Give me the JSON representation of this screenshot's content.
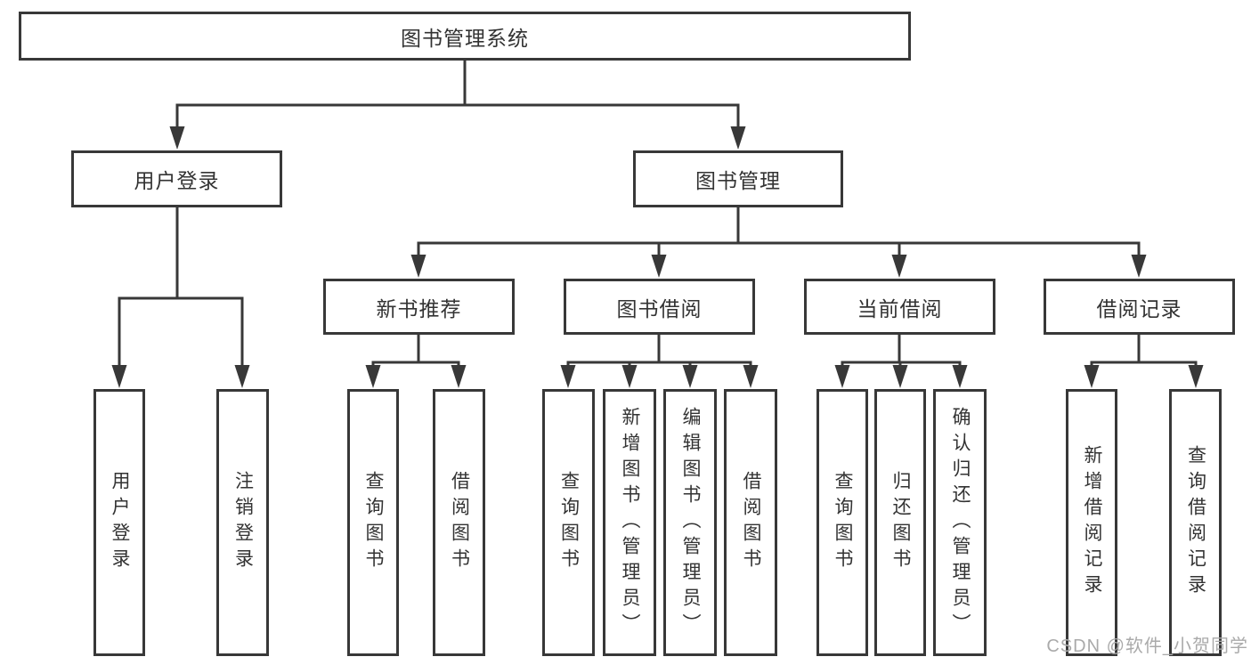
{
  "diagram_type": "hierarchy-tree",
  "title": "图书管理系统",
  "nodes": {
    "root": "图书管理系统",
    "user_login": "用户登录",
    "book_mgmt": "图书管理",
    "new_book_rec": "新书推荐",
    "book_borrow": "图书借阅",
    "current_borrow": "当前借阅",
    "borrow_record": "借阅记录",
    "ul_login": "用户登录",
    "ul_logout": "注销登录",
    "nb_query": "查询图书",
    "nb_borrow": "借阅图书",
    "bb_query": "查询图书",
    "bb_add": "新增图书（管理员）",
    "bb_edit": "编辑图书（管理员）",
    "bb_borrow": "借阅图书",
    "cb_query": "查询图书",
    "cb_return": "归还图书",
    "cb_confirm": "确认归还（管理员）",
    "br_add": "新增借阅记录",
    "br_query": "查询借阅记录"
  },
  "hierarchy": {
    "图书管理系统": [
      "用户登录",
      "图书管理"
    ],
    "用户登录": [
      "用户登录",
      "注销登录"
    ],
    "图书管理": [
      "新书推荐",
      "图书借阅",
      "当前借阅",
      "借阅记录"
    ],
    "新书推荐": [
      "查询图书",
      "借阅图书"
    ],
    "图书借阅": [
      "查询图书",
      "新增图书（管理员）",
      "编辑图书（管理员）",
      "借阅图书"
    ],
    "当前借阅": [
      "查询图书",
      "归还图书",
      "确认归还（管理员）"
    ],
    "借阅记录": [
      "新增借阅记录",
      "查询借阅记录"
    ]
  },
  "watermark": "CSDN @软件_小贺同学",
  "colors": {
    "line": "#383838",
    "text": "#333333",
    "background": "#ffffff",
    "watermark": "#aaaaaa"
  }
}
